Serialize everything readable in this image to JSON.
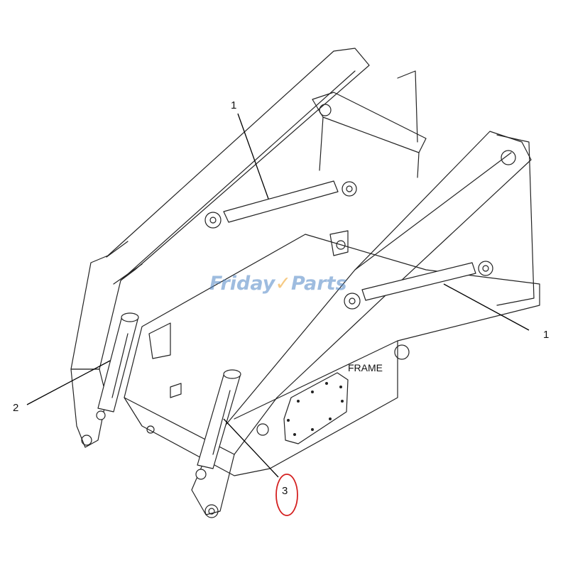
{
  "diagram": {
    "watermark": {
      "part1": "Friday",
      "part2": "Parts",
      "color_primary": "#4f86c6",
      "color_accent": "#f0a020"
    },
    "frame_label": "FRAME",
    "callouts": [
      {
        "id": "callout-1-top",
        "label": "1"
      },
      {
        "id": "callout-1-right",
        "label": "1"
      },
      {
        "id": "callout-2",
        "label": "2"
      },
      {
        "id": "callout-3",
        "label": "3"
      }
    ],
    "highlight_color": "#d42020"
  }
}
